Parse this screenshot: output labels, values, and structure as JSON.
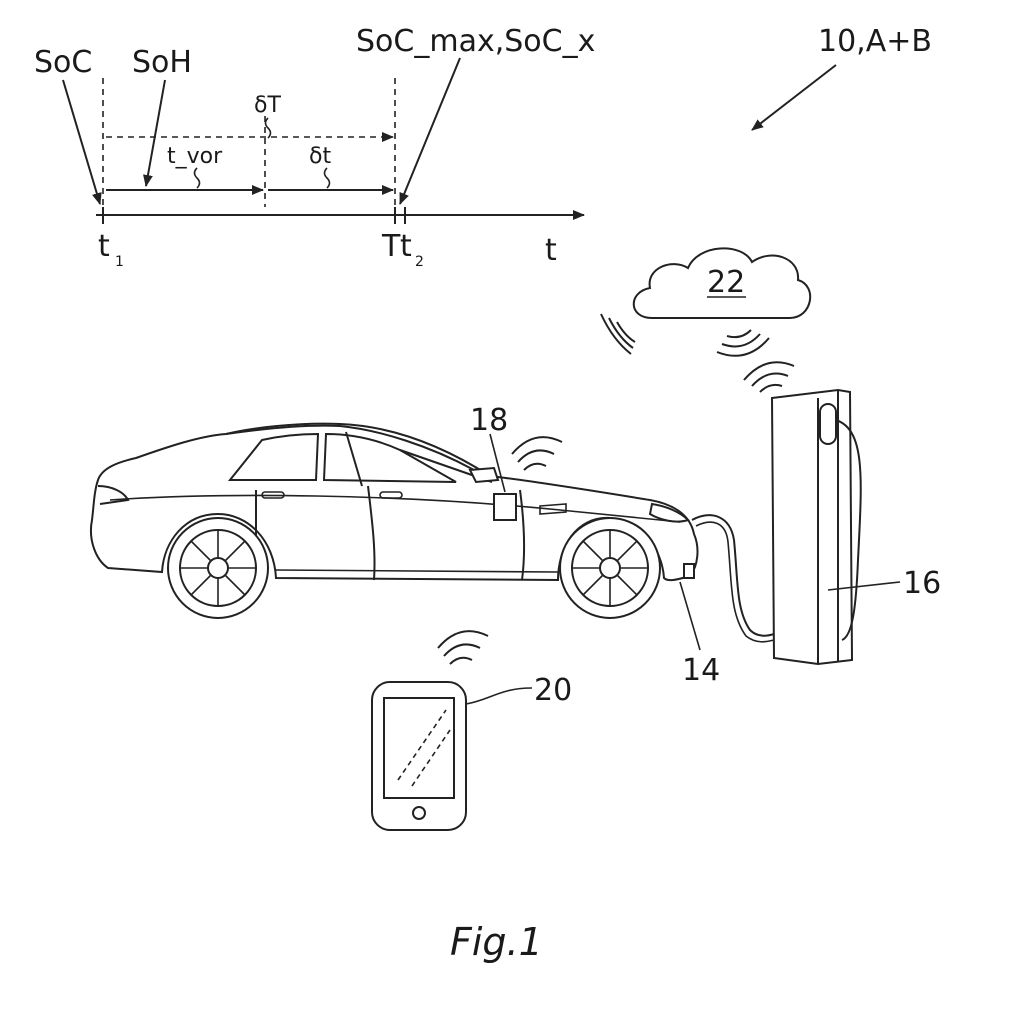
{
  "timeline": {
    "labels": {
      "soc": "SoC",
      "soh": "SoH",
      "soc_max": "SoC_max,SoC_x",
      "delta_T": "δT",
      "t_vor": "t_vor",
      "delta_t": "δt",
      "t1_main": "t",
      "t1_sub": "1",
      "T": "T",
      "t2_main": "t",
      "t2_sub": "2",
      "t_axis": "t"
    }
  },
  "refs": {
    "system": "10,A+B",
    "cloud": "22",
    "vehicle_unit": "18",
    "charger": "16",
    "socket": "14",
    "phone": "20"
  },
  "caption": "Fig.1"
}
